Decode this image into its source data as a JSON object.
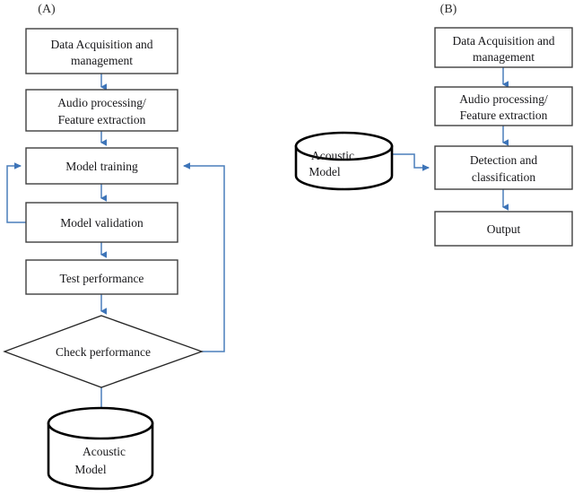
{
  "figure": {
    "panels": [
      {
        "id": "A",
        "label": "(A)",
        "nodes": {
          "data_acquisition": "Data Acquisition and\nmanagement",
          "data_acquisition_line1": "Data Acquisition and",
          "data_acquisition_line2": "management",
          "audio_processing_line1": "Audio processing/",
          "audio_processing_line2": "Feature extraction",
          "model_training": "Model training",
          "model_validation": "Model validation",
          "test_performance": "Test performance",
          "check_performance": "Check performance",
          "acoustic_model_line1": "Acoustic",
          "acoustic_model_line2": "Model"
        }
      },
      {
        "id": "B",
        "label": "(B)",
        "nodes": {
          "acoustic_model_line1": "Acoustic",
          "acoustic_model_line2": "Model",
          "data_acquisition_line1": "Data Acquisition and",
          "data_acquisition_line2": "management",
          "audio_processing_line1": "Audio processing/",
          "audio_processing_line2": "Feature extraction",
          "detection_line1": "Detection and",
          "detection_line2": "classification",
          "output": "Output"
        }
      }
    ],
    "colors": {
      "arrow": "#4a7ebb",
      "arrow_head": "#3d74b8",
      "box_border": "#3f3f3f",
      "diamond_border": "#262626",
      "cylinder_border": "#000000",
      "text": "#17171a",
      "background": "#ffffff"
    }
  }
}
